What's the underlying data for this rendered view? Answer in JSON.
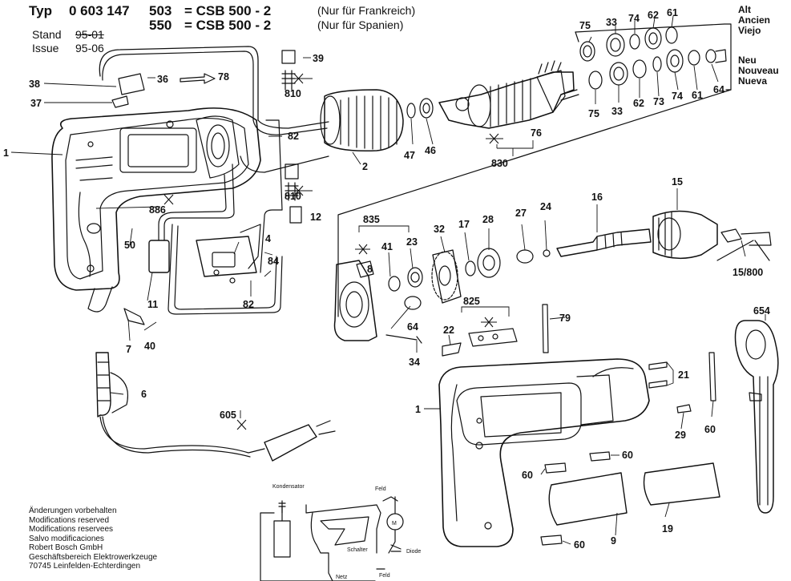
{
  "header": {
    "typ": "Typ",
    "number": "0 603 147",
    "row1_code": "503",
    "row1_model": "= CSB 500 - 2",
    "row1_note": "(Nur für Frankreich)",
    "row2_code": "550",
    "row2_model": "= CSB 500 - 2",
    "row2_note": "(Nur für Spanien)",
    "stand_label": "Stand",
    "stand_value": "95-01",
    "issue_label": "Issue",
    "issue_value": "95-06"
  },
  "legend": {
    "old": "Alt\nAncien\nViejo",
    "new": "Neu\nNouveau\nNueva"
  },
  "modifications": "Änderungen vorbehalten\nModifications reserved\nModifications reservees\nSalvo modificaciones\nRobert Bosch GmbH\nGeschäftsbereich Elektrowerkzeuge\n70745 Leinfelden-Echterdingen",
  "schematic": {
    "kondensator": "Kondensator",
    "feld_top": "Feld",
    "motor": "M",
    "schalter": "Schalter",
    "diode": "Diode",
    "netz": "Netz",
    "feld_bottom": "Feld"
  },
  "parts": {
    "p1a": "1",
    "p1b": "1",
    "p2": "2",
    "p4": "4",
    "p6": "6",
    "p7": "7",
    "p9": "9",
    "p11": "11",
    "p12": "12",
    "p15": "15",
    "p15_800": "15/800",
    "p16": "16",
    "p17": "17",
    "p19": "19",
    "p21": "21",
    "p22": "22",
    "p23": "23",
    "p24": "24",
    "p27": "27",
    "p28": "28",
    "p29": "29",
    "p32": "32",
    "p33a": "33",
    "p33b": "33",
    "p34": "34",
    "p36": "36",
    "p37": "37",
    "p38": "38",
    "p39": "39",
    "p40": "40",
    "p41": "41",
    "p46": "46",
    "p47": "47",
    "p50": "50",
    "p60a": "60",
    "p60b": "60",
    "p60c": "60",
    "p60d": "60",
    "p61a": "61",
    "p61b": "61",
    "p62a": "62",
    "p62b": "62",
    "p64a": "64",
    "p64b": "64",
    "p73": "73",
    "p74a": "74",
    "p74b": "74",
    "p75a": "75",
    "p75b": "75",
    "p76": "76",
    "p78": "78",
    "p79": "79",
    "p82a": "82",
    "p82b": "82",
    "p84": "84",
    "p605": "605",
    "p654": "654",
    "p810a": "810",
    "p810b": "810",
    "p825": "825",
    "p830": "830",
    "p835": "835",
    "p886": "886",
    "p8": "8"
  }
}
